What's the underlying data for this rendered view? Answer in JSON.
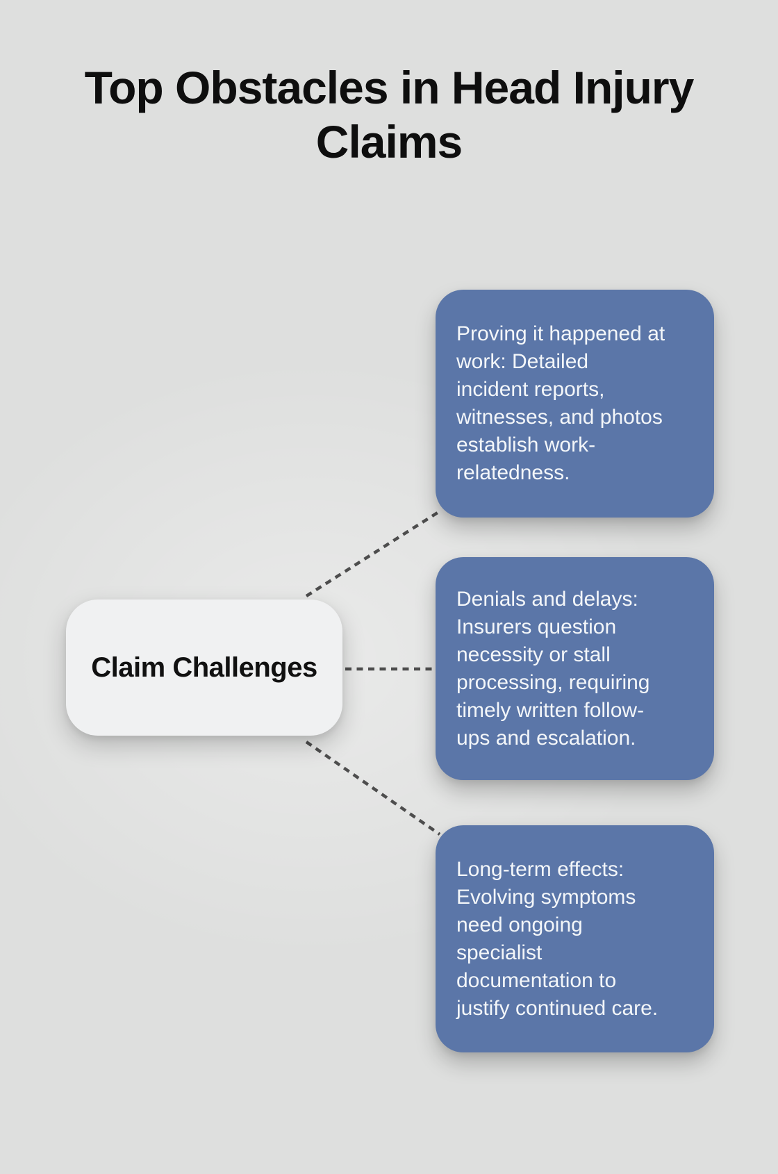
{
  "title": {
    "lines": [
      "Top Obstacles in Head Injury",
      "Claims"
    ]
  },
  "center_node": {
    "label": "Claim Challenges"
  },
  "cards": [
    {
      "id": "proving-it-happened-at-work",
      "lines": [
        "Proving it happened at",
        "work: Detailed",
        "incident reports,",
        "witnesses, and photos",
        "establish work-",
        "relatedness."
      ]
    },
    {
      "id": "denials-and-delays",
      "lines": [
        "Denials and delays:",
        "Insurers question",
        "necessity or stall",
        "processing, requiring",
        "timely written follow-",
        "ups and escalation."
      ]
    },
    {
      "id": "long-term-effects",
      "lines": [
        "Long-term effects:",
        "Evolving symptoms",
        "need ongoing",
        "specialist",
        "documentation to",
        "justify continued care."
      ]
    }
  ],
  "colors": {
    "background": "#dedfde",
    "title_text": "#0e0e0e",
    "node_fill": "#f0f1f2",
    "node_text": "#111111",
    "card_fill": "#5b76a8",
    "card_text": "#f3f6f9",
    "connector": "#4d4d4d"
  }
}
